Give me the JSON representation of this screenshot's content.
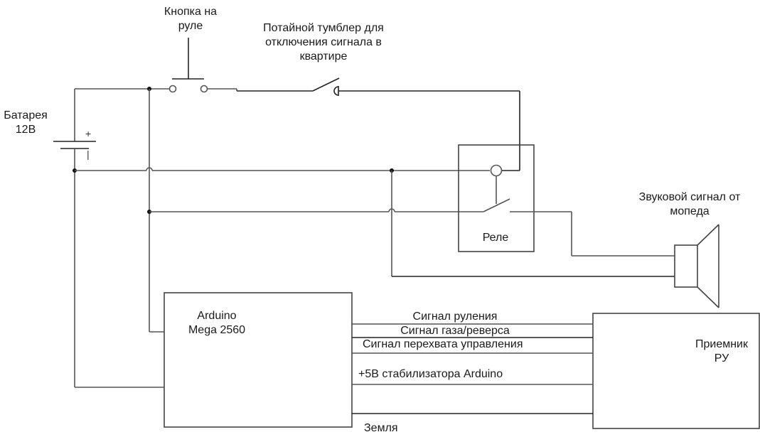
{
  "diagram": {
    "title": "Схема подключения звукового сигнала мопеда",
    "components": {
      "battery": {
        "label_line1": "Батарея",
        "label_line2": "12В",
        "plus": "+",
        "minus": "|"
      },
      "handlebar_button": {
        "label_line1": "Кнопка на",
        "label_line2": "руле"
      },
      "hidden_switch": {
        "label_line1": "Потайной тумблер для",
        "label_line2": "отключения сигнала в",
        "label_line3": "квартире"
      },
      "relay": {
        "label": "Реле"
      },
      "horn": {
        "label_line1": "Звуковой сигнал от",
        "label_line2": "мопеда"
      },
      "arduino": {
        "label_line1": "Arduino",
        "label_line2": "Mega 2560"
      },
      "receiver": {
        "label_line1": "Приемник",
        "label_line2": "РУ"
      }
    },
    "signals": [
      {
        "label": "Сигнал руления"
      },
      {
        "label": "Сигнал газа/реверса"
      },
      {
        "label": "Сигнал перехвата управления"
      },
      {
        "label": "+5В стабилизатора Arduino"
      },
      {
        "label": "Земля"
      }
    ]
  }
}
